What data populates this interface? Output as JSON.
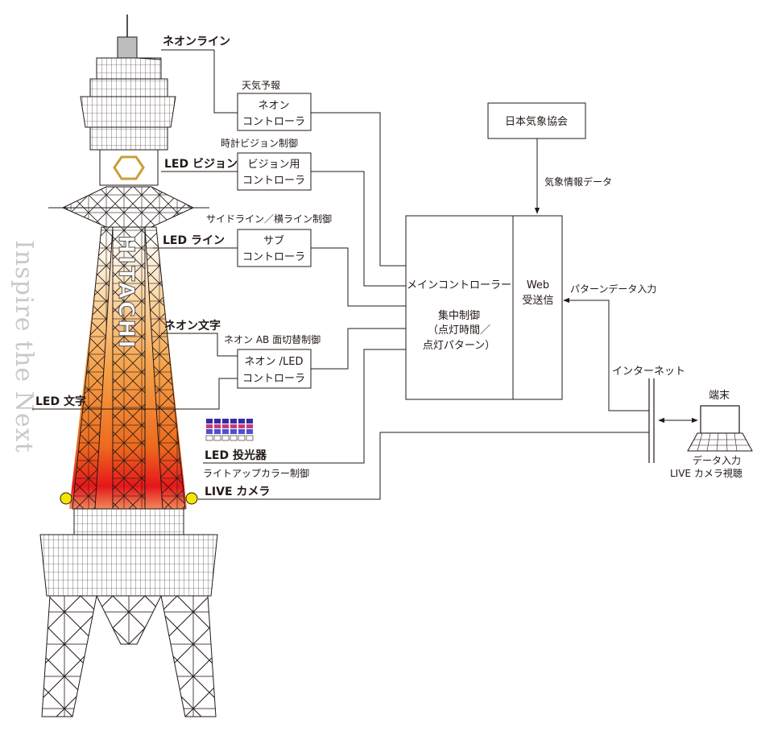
{
  "tower": {
    "slogan": "Inspire the Next",
    "brand": "HITACHI"
  },
  "labels": {
    "neon_line": "ネオンライン",
    "led_vision": "LED ビジョン",
    "led_line": "LED ライン",
    "neon_moji": "ネオン文字",
    "led_moji": "LED 文字",
    "led_projector": "LED 投光器",
    "live_camera": "LIVE カメラ"
  },
  "annotations": {
    "weather_forecast": "天気予報",
    "clock_vision_control": "時計ビジョン制御",
    "side_horizontal_line_control": "サイドライン／横ライン制御",
    "neon_ab_switch_control": "ネオン AB 面切替制御",
    "lightup_color_control": "ライトアップカラー制御",
    "weather_data": "気象情報データ",
    "pattern_data_input": "パターンデータ入力",
    "internet": "インターネット",
    "data_input": "データ入力",
    "live_camera_view": "LIVE カメラ視聴"
  },
  "boxes": {
    "neon_controller": [
      "ネオン",
      "コントローラ"
    ],
    "vision_controller": [
      "ビジョン用",
      "コントローラ"
    ],
    "sub_controller": [
      "サブ",
      "コントローラ"
    ],
    "neon_led_controller": [
      "ネオン /LED",
      "コントローラ"
    ],
    "weather_association": "日本気象協会",
    "main_controller": "メインコントローラー",
    "central_control": [
      "集中制御",
      "（点灯時間／",
      "点灯パターン）"
    ],
    "web_receive": [
      "Web",
      "受送信"
    ]
  },
  "terminal": {
    "label": "端末"
  },
  "colors": {
    "line": "#231815",
    "orange_light": "#fce2c0",
    "orange_mid": "#f29a3a",
    "orange_deep": "#e8581a",
    "red": "#e6161a",
    "camera_yellow": "#f5e600",
    "vision_gold": "#c8a035"
  }
}
